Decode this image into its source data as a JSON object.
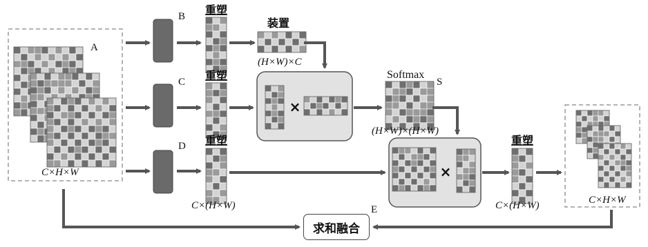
{
  "labels": {
    "A": "A",
    "B": "B",
    "C": "C",
    "D": "D",
    "E": "E",
    "S": "S"
  },
  "text": {
    "reshape_b": "重塑",
    "reshape_c": "重塑",
    "reshape_d": "重塑",
    "reshape_out": "重塑",
    "transpose": "装置",
    "softmax": "Softmax",
    "fusion": "求和融合"
  },
  "dims": {
    "input": "C×H×W",
    "transpose": "(H×W)×C",
    "attention": "(H×W)×(H×W)",
    "d_reshape": "C×(H×W)",
    "out_reshape": "C×(H×W)",
    "output": "C×H×W"
  },
  "colors": {
    "arrow": "#555555",
    "cell_dark": "#6e6e6e",
    "cell_mid": "#9a9a9a",
    "cell_light": "#d4d4d4",
    "panel_fill": "#e2e2e2",
    "frame": "#9a9a9a"
  }
}
